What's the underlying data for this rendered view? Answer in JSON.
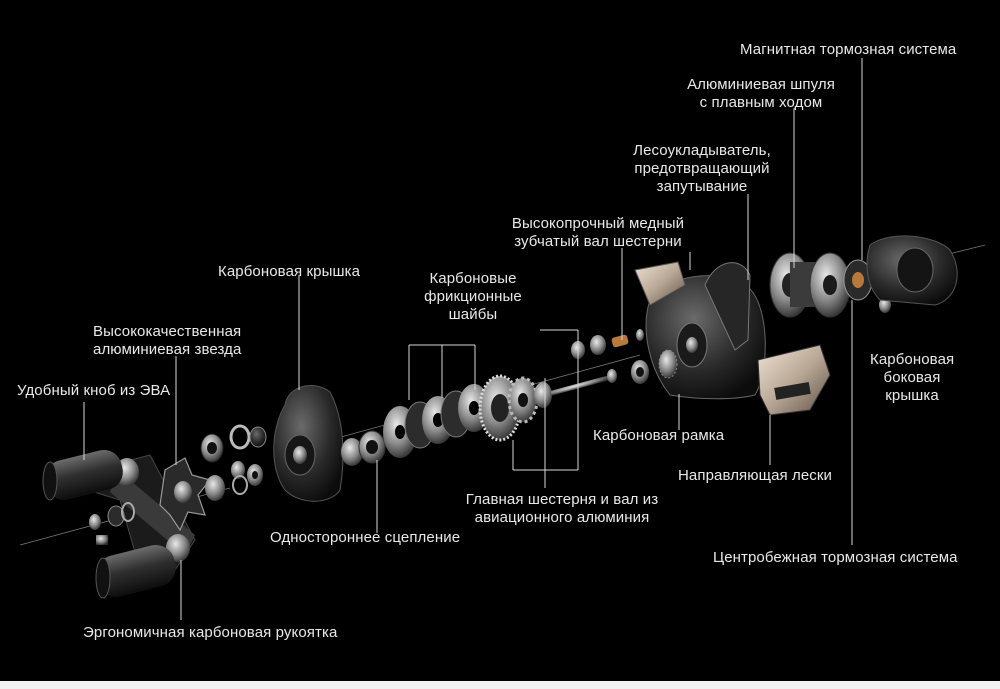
{
  "diagram": {
    "background": "#000000",
    "label_color": "#e9e9e9",
    "leader_color": "#d8d8d8",
    "labels": {
      "magnetic_brake": "Магнитная тормозная система",
      "spool_1": "Алюминиевая шпуля",
      "spool_2": "с плавным ходом",
      "levelwind_1": "Лесоукладыватель,",
      "levelwind_2": "предотвращающий",
      "levelwind_3": "запутывание",
      "pinion_1": "Высокопрочный медный",
      "pinion_2": "зубчатый вал шестерни",
      "carbon_cover": "Карбоновая крышка",
      "washers_1": "Карбоновые",
      "washers_2": "фрикционные",
      "washers_3": "шайбы",
      "star_1": "Высококачественная",
      "star_2": "алюминиевая звезда",
      "knob": "Удобный кноб из ЭВА",
      "side_cover_1": "Карбоновая",
      "side_cover_2": "боковая",
      "side_cover_3": "крышка",
      "frame": "Карбоновая рамка",
      "line_guide": "Направляющая лески",
      "main_gear_1": "Главная шестерня и вал из",
      "main_gear_2": "авиационного алюминия",
      "clutch": "Одностороннее сцепление",
      "centrifugal_brake": "Центробежная тормозная система",
      "handle": "Эргономичная карбоновая рукоятка"
    }
  }
}
